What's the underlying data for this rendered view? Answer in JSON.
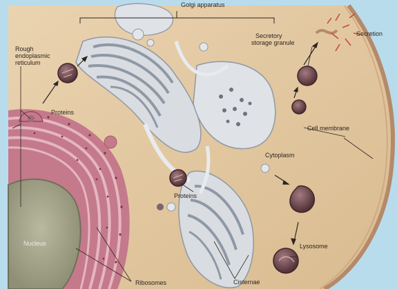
{
  "labels": {
    "golgi": "Golgi apparatus",
    "secretion": "Secretion",
    "secretory_line1": "Secretory",
    "secretory_line2": "storage granule",
    "rer_line1": "Rough",
    "rer_line2": "endoplasmic",
    "rer_line3": "reticulum",
    "proteins_left": "Proteins",
    "proteins_center": "Proteins",
    "cell_membrane": "Cell membrane",
    "cytoplasm": "Cytoplasm",
    "nucleus": "Nucleus",
    "lysosome": "Lysosome",
    "ribosomes": "Ribosomes",
    "cisternae": "Cisternae"
  },
  "colors": {
    "frame": "#b9dcec",
    "cytoplasm": "#e3c9a2",
    "membrane": "#b48a6a",
    "er": "#c47a8a",
    "er_light": "#e6b6c1",
    "nucleus": "#a7a88d",
    "golgi": "#d9dde2",
    "golgi_shadow": "#8f98a5",
    "vesicle": "#6f4a50",
    "secretion": "#c74a3a"
  }
}
